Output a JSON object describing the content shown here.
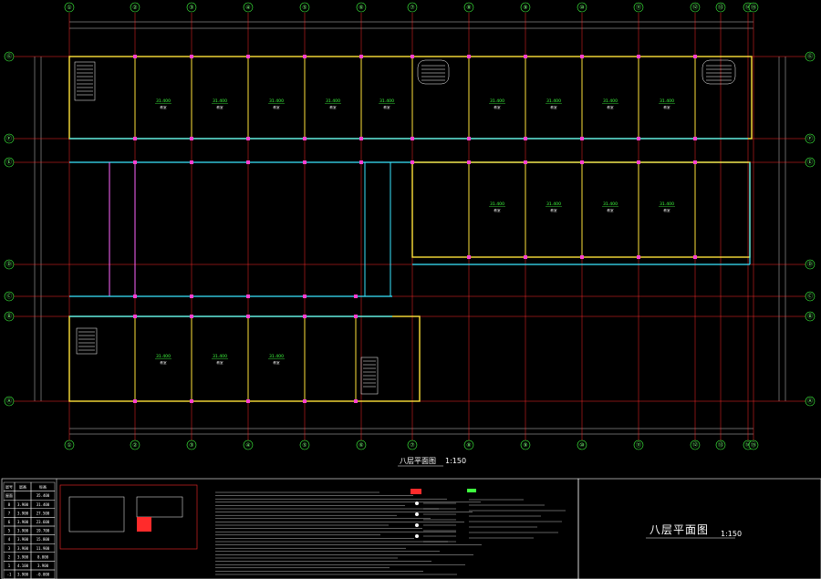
{
  "drawing": {
    "title": "八层平面图",
    "scale": "1:150",
    "frame_title": "八层平面图",
    "frame_scale": "1:150"
  },
  "grid_axes": {
    "top_labels": [
      "①",
      "②",
      "③",
      "④",
      "⑤",
      "⑥",
      "⑦",
      "⑧",
      "⑨",
      "⑩",
      "⑪",
      "⑫",
      "⑬",
      "⑭",
      "⑮"
    ],
    "side_labels": [
      "Ⓐ",
      "Ⓑ",
      "Ⓒ",
      "Ⓓ",
      "Ⓔ",
      "Ⓕ",
      "Ⓖ"
    ]
  },
  "rooms": [
    {
      "id": "r1",
      "elev": "31.400",
      "name": "教室"
    },
    {
      "id": "r2",
      "elev": "31.400",
      "name": "教室"
    },
    {
      "id": "r3",
      "elev": "31.400",
      "name": "教室"
    },
    {
      "id": "r4",
      "elev": "31.400",
      "name": "教室"
    },
    {
      "id": "r5",
      "elev": "31.400",
      "name": "教室"
    },
    {
      "id": "r6",
      "elev": "31.400",
      "name": "教室"
    },
    {
      "id": "r7",
      "elev": "31.400",
      "name": "教室"
    },
    {
      "id": "r8",
      "elev": "31.400",
      "name": "教室"
    },
    {
      "id": "r9",
      "elev": "31.400",
      "name": "教室"
    },
    {
      "id": "r10",
      "elev": "31.400",
      "name": "教室"
    },
    {
      "id": "r11",
      "elev": "31.400",
      "name": "教室"
    },
    {
      "id": "r12",
      "elev": "31.400",
      "name": "教室"
    },
    {
      "id": "r13",
      "elev": "31.400",
      "name": "教室"
    },
    {
      "id": "r14",
      "elev": "31.400",
      "name": "教室"
    },
    {
      "id": "r15",
      "elev": "31.400",
      "name": "教室"
    },
    {
      "id": "r16",
      "elev": "31.400",
      "name": "教室"
    }
  ],
  "elevation_table": {
    "header": [
      "层号",
      "层高",
      "标高"
    ],
    "rows": [
      [
        "屋面",
        "",
        "35.400"
      ],
      [
        "8",
        "3.900",
        "31.400"
      ],
      [
        "7",
        "3.900",
        "27.500"
      ],
      [
        "6",
        "3.900",
        "23.600"
      ],
      [
        "5",
        "3.900",
        "19.700"
      ],
      [
        "4",
        "3.900",
        "15.800"
      ],
      [
        "3",
        "3.900",
        "11.900"
      ],
      [
        "2",
        "3.900",
        "8.000"
      ],
      [
        "1",
        "4.100",
        "3.900"
      ],
      [
        "-1",
        "3.900",
        "-0.000"
      ]
    ]
  },
  "colors": {
    "background": "#000000",
    "grid_red": "#ff2b2b",
    "wall_yellow": "#ffe23a",
    "window_cyan": "#39e6ff",
    "text_green": "#3fff3f",
    "column_magenta": "#ff3fd0",
    "white": "#ffffff"
  }
}
